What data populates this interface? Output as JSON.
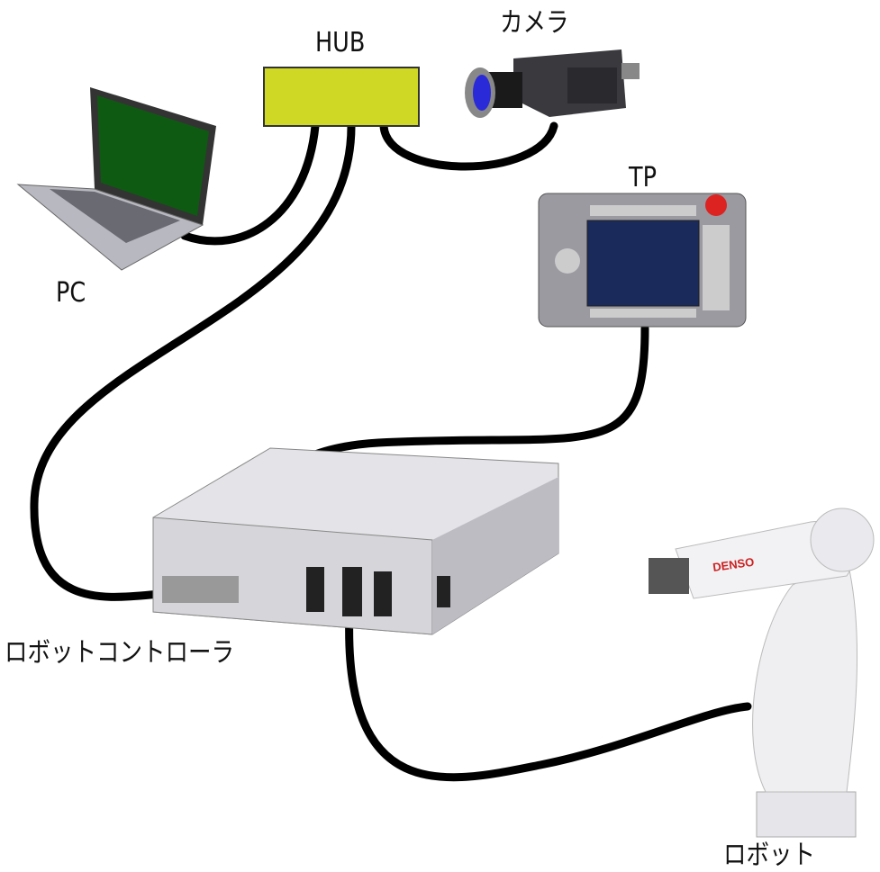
{
  "labels": {
    "hub": "HUB",
    "camera": "カメラ",
    "tp": "TP",
    "pc": "PC",
    "controller": "ロボットコントローラ",
    "robot": "ロボット"
  },
  "robot_logo": "DENSO",
  "colors": {
    "hub": "#cfd824",
    "cable": "#000000",
    "lens": "#2a2ad8",
    "pc_screen": "#0f5a12",
    "tp_screen": "#1a2a5a"
  }
}
